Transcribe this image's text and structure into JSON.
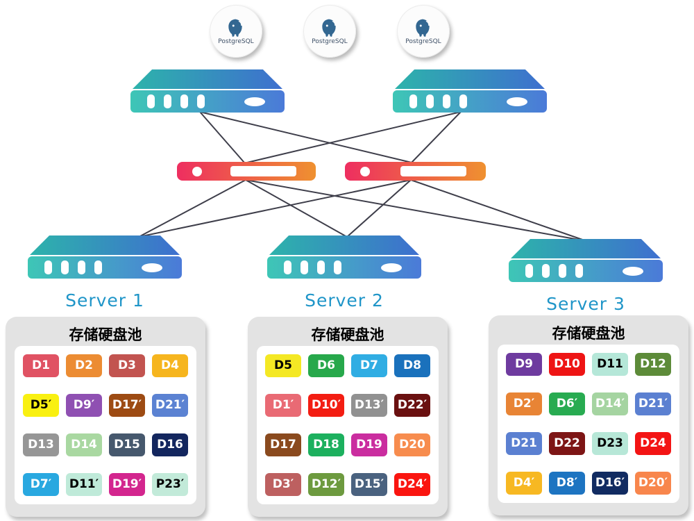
{
  "diagram": {
    "databases": [
      {
        "label": "PostgreSQL"
      },
      {
        "label": "PostgreSQL"
      },
      {
        "label": "PostgreSQL"
      }
    ],
    "servers": [
      {
        "label": "Server 1"
      },
      {
        "label": "Server 2"
      },
      {
        "label": "Server 3"
      }
    ]
  },
  "colors": {
    "wire": "#3e3e4a",
    "server_label": "#1f95c8",
    "switch_gradient_start": "#3ec6b6",
    "switch_gradient_end": "#4b7ad8",
    "bar_gradient_start": "#ee2e60",
    "bar_gradient_end": "#ef9130",
    "pool_background": "#e3e3e3",
    "postgres_blue": "#336791"
  },
  "edges": [
    [
      288,
      161,
      352,
      234
    ],
    [
      288,
      161,
      593,
      234
    ],
    [
      664,
      161,
      593,
      234
    ],
    [
      664,
      161,
      356,
      234
    ],
    [
      354,
      259,
      200,
      341
    ],
    [
      354,
      259,
      500,
      341
    ],
    [
      354,
      259,
      845,
      347
    ],
    [
      592,
      259,
      200,
      341
    ],
    [
      592,
      259,
      500,
      341
    ],
    [
      592,
      259,
      845,
      347
    ]
  ],
  "pools": [
    {
      "title": "存储硬盘池",
      "disks": [
        {
          "label": "D1",
          "bg": "#e05263",
          "fg": "#ffffff"
        },
        {
          "label": "D2",
          "bg": "#ec8c33",
          "fg": "#ffffff"
        },
        {
          "label": "D3",
          "bg": "#c25450",
          "fg": "#ffffff"
        },
        {
          "label": "D4",
          "bg": "#f6b51e",
          "fg": "#ffffff"
        },
        {
          "label": "D5′",
          "bg": "#f9f011",
          "fg": "#000000"
        },
        {
          "label": "D9′",
          "bg": "#8f50b2",
          "fg": "#ffffff"
        },
        {
          "label": "D17′",
          "bg": "#9d4b13",
          "fg": "#ffffff"
        },
        {
          "label": "D21′",
          "bg": "#5b82d2",
          "fg": "#ffffff"
        },
        {
          "label": "D13",
          "bg": "#969696",
          "fg": "#ffffff"
        },
        {
          "label": "D14",
          "bg": "#a9d8a1",
          "fg": "#ffffff"
        },
        {
          "label": "D15",
          "bg": "#46586d",
          "fg": "#ffffff"
        },
        {
          "label": "D16",
          "bg": "#13265e",
          "fg": "#ffffff"
        },
        {
          "label": "D7′",
          "bg": "#29a8e0",
          "fg": "#ffffff"
        },
        {
          "label": "D11′",
          "bg": "#bfead9",
          "fg": "#000000"
        },
        {
          "label": "D19′",
          "bg": "#d3268e",
          "fg": "#ffffff"
        },
        {
          "label": "P23′",
          "bg": "#c2ead9",
          "fg": "#000000"
        }
      ]
    },
    {
      "title": "存储硬盘池",
      "disks": [
        {
          "label": "D5",
          "bg": "#f4e824",
          "fg": "#000000"
        },
        {
          "label": "D6",
          "bg": "#27a84b",
          "fg": "#ffffff"
        },
        {
          "label": "D7",
          "bg": "#30ade3",
          "fg": "#ffffff"
        },
        {
          "label": "D8",
          "bg": "#1a71bc",
          "fg": "#ffffff"
        },
        {
          "label": "D1′",
          "bg": "#e96a74",
          "fg": "#ffffff"
        },
        {
          "label": "D10′",
          "bg": "#f31d12",
          "fg": "#ffffff"
        },
        {
          "label": "D13′",
          "bg": "#919191",
          "fg": "#ffffff"
        },
        {
          "label": "D22′",
          "bg": "#6a1010",
          "fg": "#ffffff"
        },
        {
          "label": "D17",
          "bg": "#8a4a1e",
          "fg": "#ffffff"
        },
        {
          "label": "D18",
          "bg": "#1cb05e",
          "fg": "#ffffff"
        },
        {
          "label": "D19",
          "bg": "#ca2d9f",
          "fg": "#ffffff"
        },
        {
          "label": "D20",
          "bg": "#f78c4e",
          "fg": "#ffffff"
        },
        {
          "label": "D3′",
          "bg": "#bd6060",
          "fg": "#ffffff"
        },
        {
          "label": "D12′",
          "bg": "#6d9a3f",
          "fg": "#ffffff"
        },
        {
          "label": "D15′",
          "bg": "#4a627f",
          "fg": "#ffffff"
        },
        {
          "label": "D24′",
          "bg": "#fa1510",
          "fg": "#ffffff"
        }
      ]
    },
    {
      "title": "存储硬盘池",
      "disks": [
        {
          "label": "D9",
          "bg": "#6e3b9f",
          "fg": "#ffffff"
        },
        {
          "label": "D10",
          "bg": "#ee1414",
          "fg": "#ffffff"
        },
        {
          "label": "D11",
          "bg": "#b5e7d8",
          "fg": "#000000"
        },
        {
          "label": "D12",
          "bg": "#5d8b39",
          "fg": "#ffffff"
        },
        {
          "label": "D2′",
          "bg": "#e88435",
          "fg": "#ffffff"
        },
        {
          "label": "D6′",
          "bg": "#28ab51",
          "fg": "#ffffff"
        },
        {
          "label": "D14′",
          "bg": "#a5d4a1",
          "fg": "#ffffff"
        },
        {
          "label": "D21′",
          "bg": "#5b80d1",
          "fg": "#ffffff"
        },
        {
          "label": "D21",
          "bg": "#5b80d1",
          "fg": "#ffffff"
        },
        {
          "label": "D22",
          "bg": "#7d1515",
          "fg": "#ffffff"
        },
        {
          "label": "D23",
          "bg": "#b7e7d7",
          "fg": "#000000"
        },
        {
          "label": "D24",
          "bg": "#f31414",
          "fg": "#ffffff"
        },
        {
          "label": "D4′",
          "bg": "#f7b822",
          "fg": "#ffffff"
        },
        {
          "label": "D8′",
          "bg": "#1d74c1",
          "fg": "#ffffff"
        },
        {
          "label": "D16′",
          "bg": "#112b61",
          "fg": "#ffffff"
        },
        {
          "label": "D20′",
          "bg": "#f8864c",
          "fg": "#ffffff"
        }
      ]
    }
  ]
}
